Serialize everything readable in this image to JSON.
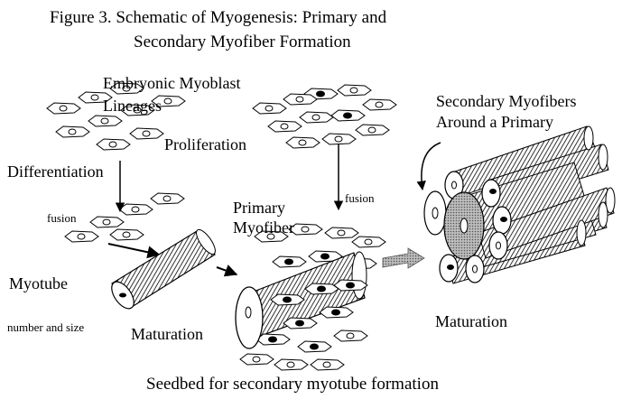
{
  "figure": {
    "title_line1": "Figure 3. Schematic of Myogenesis:  Primary and",
    "title_line2": "Secondary Myofiber Formation",
    "caption": "Seedbed for secondary myotube formation"
  },
  "labels": {
    "embryonic_line1": "Embryonic Myoblast",
    "embryonic_line2": "Lineages",
    "proliferation": "Proliferation",
    "differentiation": "Differentiation",
    "fusion_left": "fusion",
    "fusion_right": "fusion",
    "myotube": "Myotube",
    "number_and_size": "number and size",
    "maturation_left": "Maturation",
    "maturation_right": "Maturation",
    "primary_line1": "Primary",
    "primary_line2": "Myofiber",
    "secondary_line1": "Secondary Myofibers",
    "secondary_line2": "Around a Primary"
  }
}
